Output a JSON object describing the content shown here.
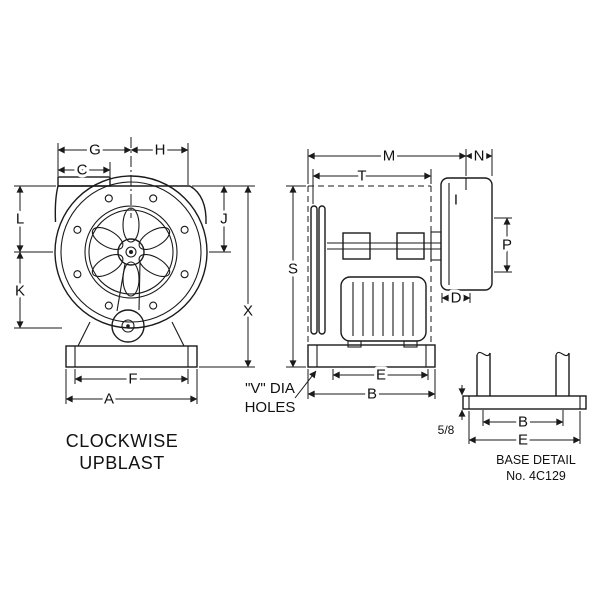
{
  "front_view": {
    "dims": {
      "G": "G",
      "H": "H",
      "C": "C",
      "L": "L",
      "K": "K",
      "J": "J",
      "X": "X",
      "F": "F",
      "A": "A"
    },
    "caption": {
      "line1": "CLOCKWISE",
      "line2": "UPBLAST"
    }
  },
  "side_view": {
    "dims": {
      "M": "M",
      "N": "N",
      "T": "T",
      "S": "S",
      "I": "I",
      "P": "P",
      "D": "D",
      "E": "E",
      "B": "B"
    },
    "holes_note": {
      "line1": "\"V\" DIA",
      "line2": "HOLES"
    }
  },
  "base_detail": {
    "dims": {
      "B": "B",
      "E": "E",
      "thickness": "5/8"
    },
    "title": {
      "line1": "BASE DETAIL",
      "line2": "No. 4C129"
    }
  },
  "colors": {
    "ink": "#1a1a1a",
    "paper": "#ffffff"
  }
}
